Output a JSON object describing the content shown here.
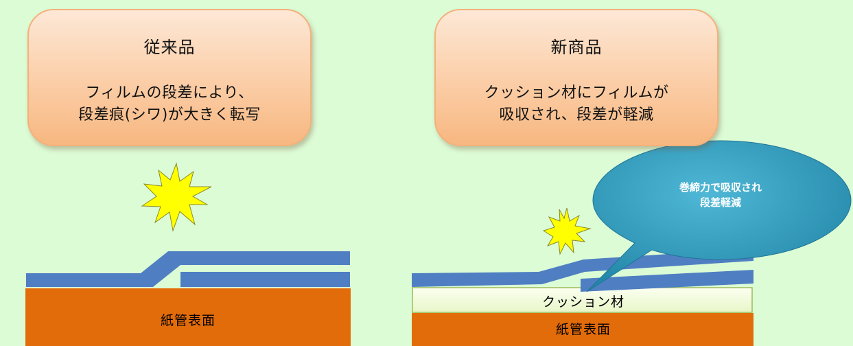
{
  "left_panel": {
    "title": "従来品",
    "description": [
      "フィルムの段差により、",
      "段差痕(シワ)が大きく転写"
    ],
    "surface_label": "紙管表面"
  },
  "right_panel": {
    "title": "新商品",
    "description": [
      "クッション材にフィルムが",
      "吸収され、段差が軽減"
    ],
    "cushion_label": "クッション材",
    "surface_label": "紙管表面",
    "callout": [
      "巻締力で吸収され",
      "段差軽減"
    ]
  },
  "colors": {
    "background": "#dcfcd6",
    "film": "#4f7fc2",
    "paper_tube": "#e36c0a",
    "cushion": "#f2fbd8",
    "burst": "#ffff00",
    "callout": "#31a3c4"
  }
}
